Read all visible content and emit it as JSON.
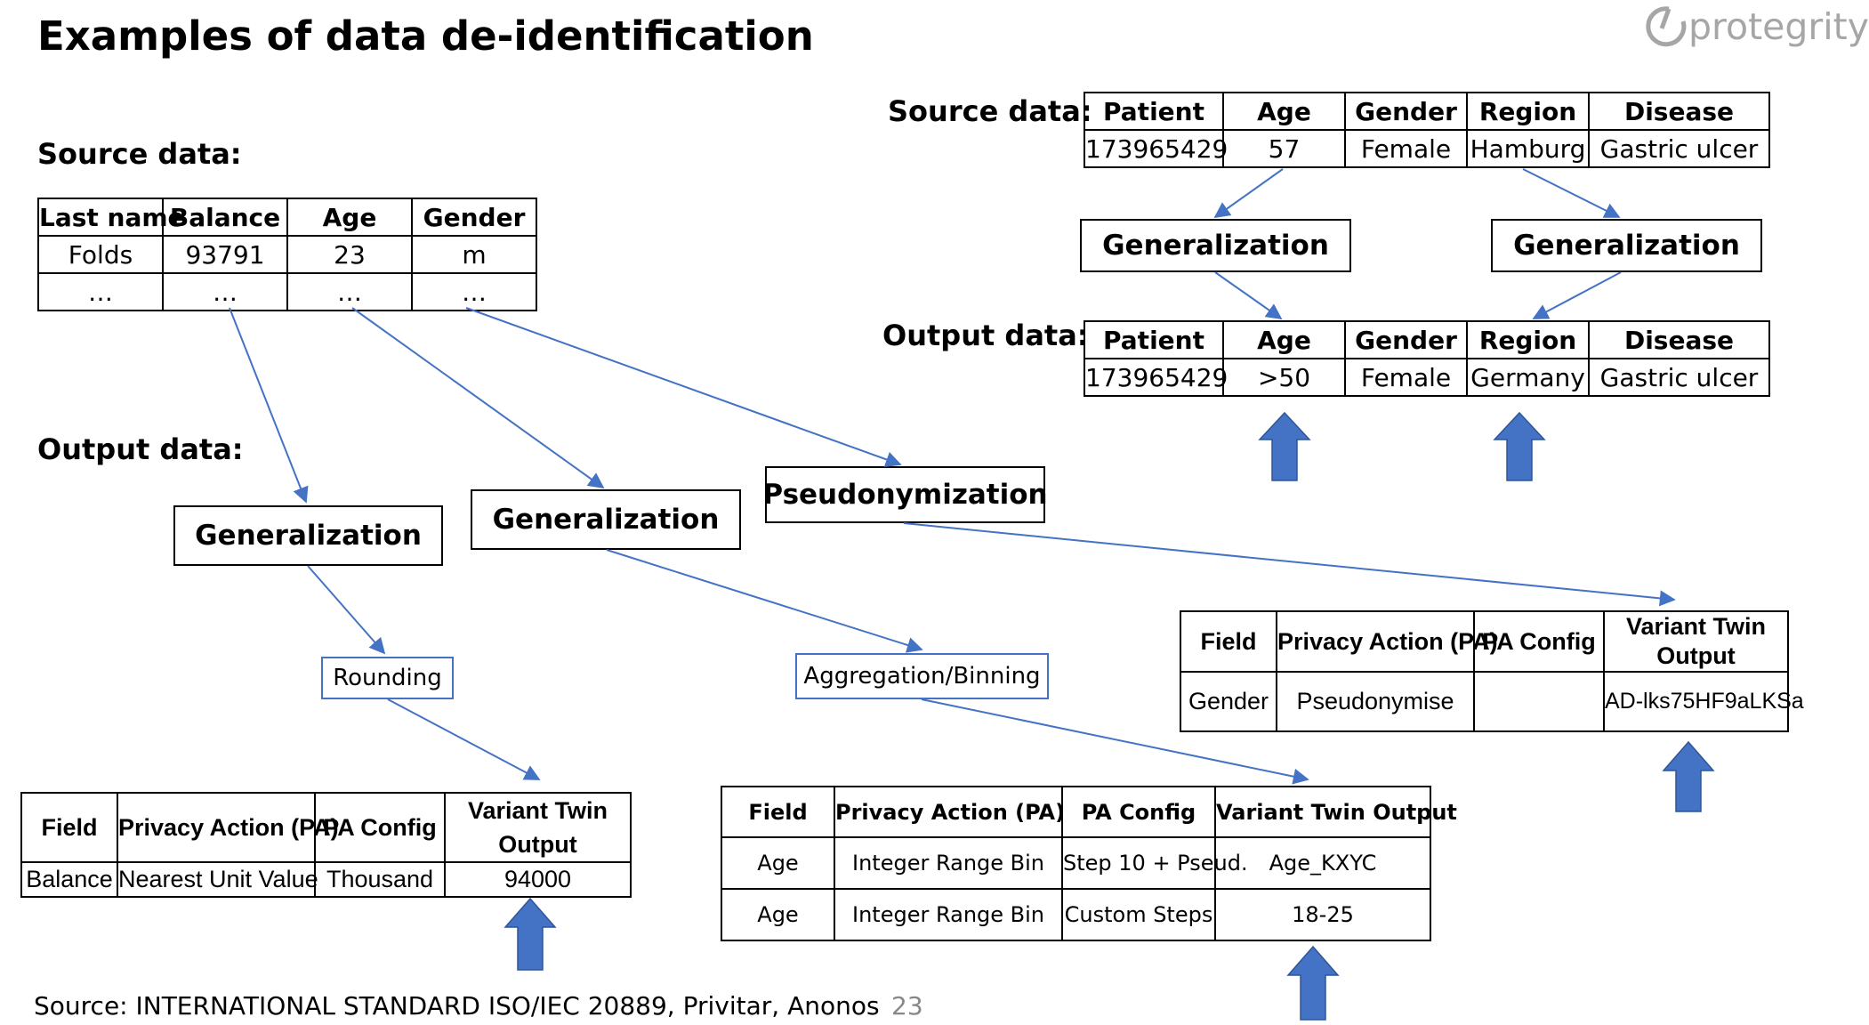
{
  "title": "Examples of data de-identification",
  "logo": {
    "text": "protegrity",
    "icon": "protegrity-ring-icon"
  },
  "left": {
    "source_label": "Source data:",
    "output_label": "Output data:",
    "source_table": {
      "headers": [
        "Last name",
        "Balance",
        "Age",
        "Gender"
      ],
      "rows": [
        [
          "Folds",
          "93791",
          "23",
          "m"
        ],
        [
          "…",
          "…",
          "…",
          "…"
        ]
      ]
    },
    "boxes": [
      "Generalization",
      "Generalization",
      "Pseudonymization"
    ],
    "tags": [
      "Rounding",
      "Aggregation/Binning"
    ]
  },
  "right": {
    "source_label": "Source data:",
    "output_label": "Output data:",
    "source_table": {
      "headers": [
        "Patient",
        "Age",
        "Gender",
        "Region",
        "Disease"
      ],
      "rows": [
        [
          "173965429",
          "57",
          "Female",
          "Hamburg",
          "Gastric ulcer"
        ]
      ]
    },
    "boxes": [
      "Generalization",
      "Generalization"
    ],
    "output_table": {
      "headers": [
        "Patient",
        "Age",
        "Gender",
        "Region",
        "Disease"
      ],
      "rows": [
        [
          "173965429",
          ">50",
          "Female",
          "Germany",
          "Gastric ulcer"
        ]
      ]
    }
  },
  "pa_tables": {
    "rounding": {
      "headers": [
        "Field",
        "Privacy Action (PA)",
        "PA Config",
        "Variant Twin Output"
      ],
      "rows": [
        [
          "Balance",
          "Nearest Unit Value",
          "Thousand",
          "94000"
        ]
      ]
    },
    "binning": {
      "headers": [
        "Field",
        "Privacy Action (PA)",
        "PA Config",
        "Variant Twin Output"
      ],
      "rows": [
        [
          "Age",
          "Integer Range Bin",
          "Step 10 + Pseud.",
          "Age_KXYC"
        ],
        [
          "Age",
          "Integer Range Bin",
          "Custom Steps",
          "18-25"
        ]
      ]
    },
    "pseudonymise": {
      "headers": [
        "Field",
        "Privacy Action (PA)",
        "PA Config",
        "Variant Twin Output"
      ],
      "rows": [
        [
          "Gender",
          "Pseudonymise",
          "",
          "AD-lks75HF9aLKSa"
        ]
      ]
    }
  },
  "footer": {
    "source": "Source: INTERNATIONAL STANDARD ISO/IEC 20889, Privitar, Anonos",
    "page": "23"
  },
  "colors": {
    "arrow": "#4472c4",
    "block_arrow": "#4472c4",
    "tag_border": "#4472c4",
    "page_number": "#888888",
    "logo": "#a6a6a6"
  }
}
